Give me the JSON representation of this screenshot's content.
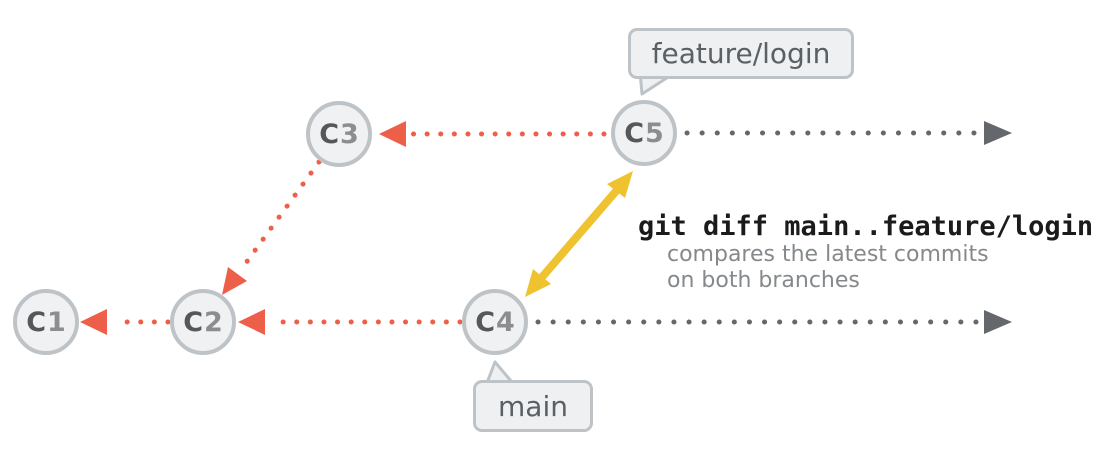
{
  "diagram": {
    "type": "git-commit-graph",
    "topic": "git diff between two branches"
  },
  "nodes": [
    {
      "id": "c1",
      "label": "C1",
      "letter": "C",
      "digit": "1",
      "branch": "main"
    },
    {
      "id": "c2",
      "label": "C2",
      "letter": "C",
      "digit": "2",
      "branch": "main"
    },
    {
      "id": "c3",
      "label": "C3",
      "letter": "C",
      "digit": "3",
      "branch": "feature/login"
    },
    {
      "id": "c4",
      "label": "C4",
      "letter": "C",
      "digit": "4",
      "branch": "main"
    },
    {
      "id": "c5",
      "label": "C5",
      "letter": "C",
      "digit": "5",
      "branch": "feature/login"
    }
  ],
  "branch_tags": [
    {
      "id": "feature",
      "label": "feature/login",
      "points_to": "C5"
    },
    {
      "id": "main",
      "label": "main",
      "points_to": "C4"
    }
  ],
  "edges": [
    {
      "from": "C2",
      "to": "C1",
      "style": "red-dotted-arrow"
    },
    {
      "from": "C4",
      "to": "C2",
      "style": "red-dotted-arrow"
    },
    {
      "from": "C3",
      "to": "C2",
      "style": "red-dotted-arrow-diagonal"
    },
    {
      "from": "C5",
      "to": "C3",
      "style": "red-dotted-arrow"
    },
    {
      "from": "C5",
      "to": "future",
      "style": "gray-dotted-timeline"
    },
    {
      "from": "C4",
      "to": "future",
      "style": "gray-dotted-timeline"
    }
  ],
  "diff_arrow": {
    "between": [
      "C4",
      "C5"
    ],
    "style": "yellow-hand-drawn-double-arrow"
  },
  "annotation": {
    "command": "git diff main..feature/login",
    "description": [
      "compares the latest commits",
      "on both branches"
    ]
  },
  "colors": {
    "commit_edge_red": "#EE5F49",
    "timeline_gray": "#64686C",
    "diff_arrow_yellow": "#EFC32F",
    "node_fill": "#F0F1F3",
    "node_border": "#BDC3C7",
    "node_letter": "#54585B",
    "node_digit": "#8A8E91",
    "tag_fill": "#EEF0F2",
    "tag_border": "#BDC3C7",
    "tag_text": "#5B6064",
    "command_text": "#1B1B1B",
    "description_text": "#85898C",
    "background": "#FFFFFF"
  }
}
